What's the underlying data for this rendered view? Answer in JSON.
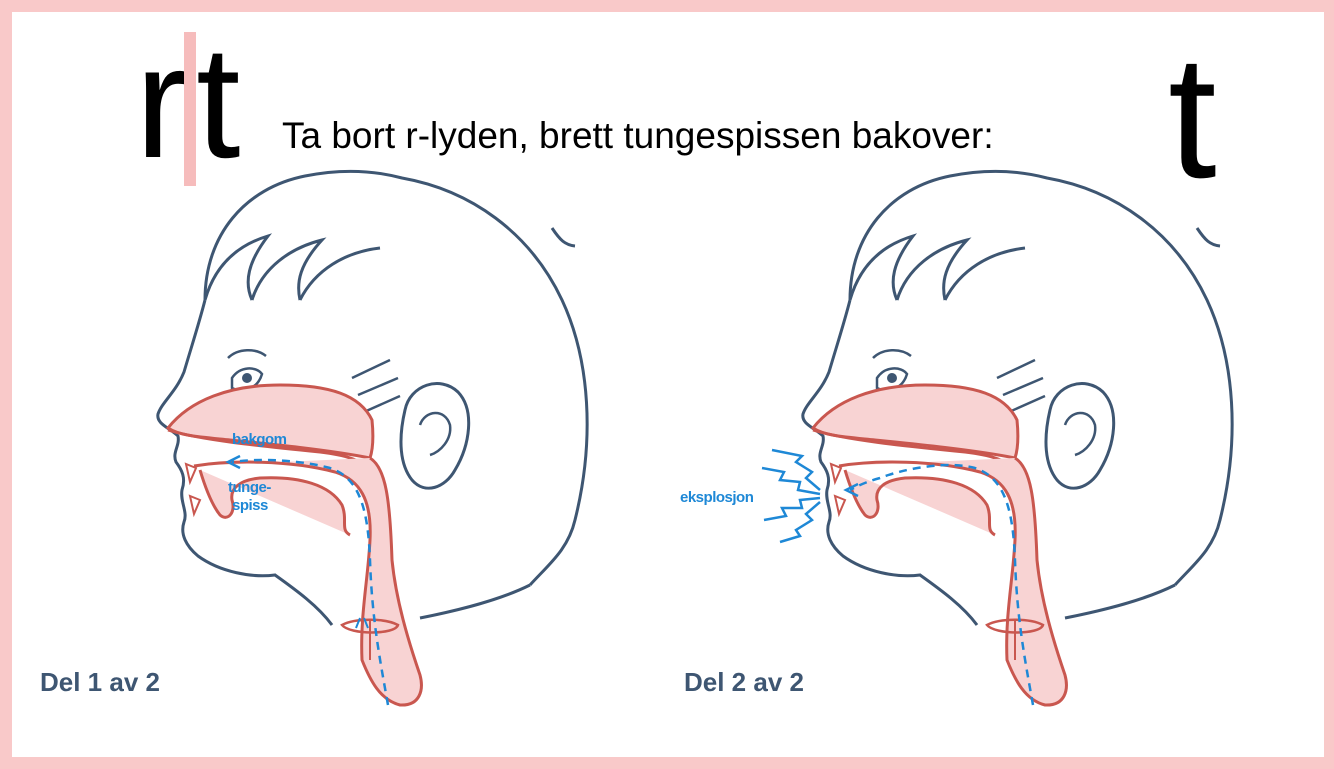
{
  "heading": {
    "letter_r": "r",
    "letter_t_left": "t",
    "instruction": "Ta bort r-lyden, brett tungespissen bakover:",
    "letter_t_right": "t"
  },
  "panels": [
    {
      "part_label": "Del 1 av 2",
      "annotations": {
        "palate": "bakgom",
        "tongue_tip_1": "tunge-",
        "tongue_tip_2": "spiss"
      }
    },
    {
      "part_label": "Del 2 av 2",
      "annotations": {
        "burst": "eksplosjon"
      }
    }
  ],
  "colors": {
    "frame": "#f9c9c9",
    "divider": "#f6bcbc",
    "outline": "#3e5672",
    "tract_fill": "#f8d3d3",
    "tract_stroke": "#c9574f",
    "airflow": "#1e88d6",
    "label": "#3e5672"
  },
  "icons": [
    "head-profile-icon",
    "ear-icon",
    "eye-icon",
    "airflow-arrow-icon",
    "burst-icon"
  ]
}
